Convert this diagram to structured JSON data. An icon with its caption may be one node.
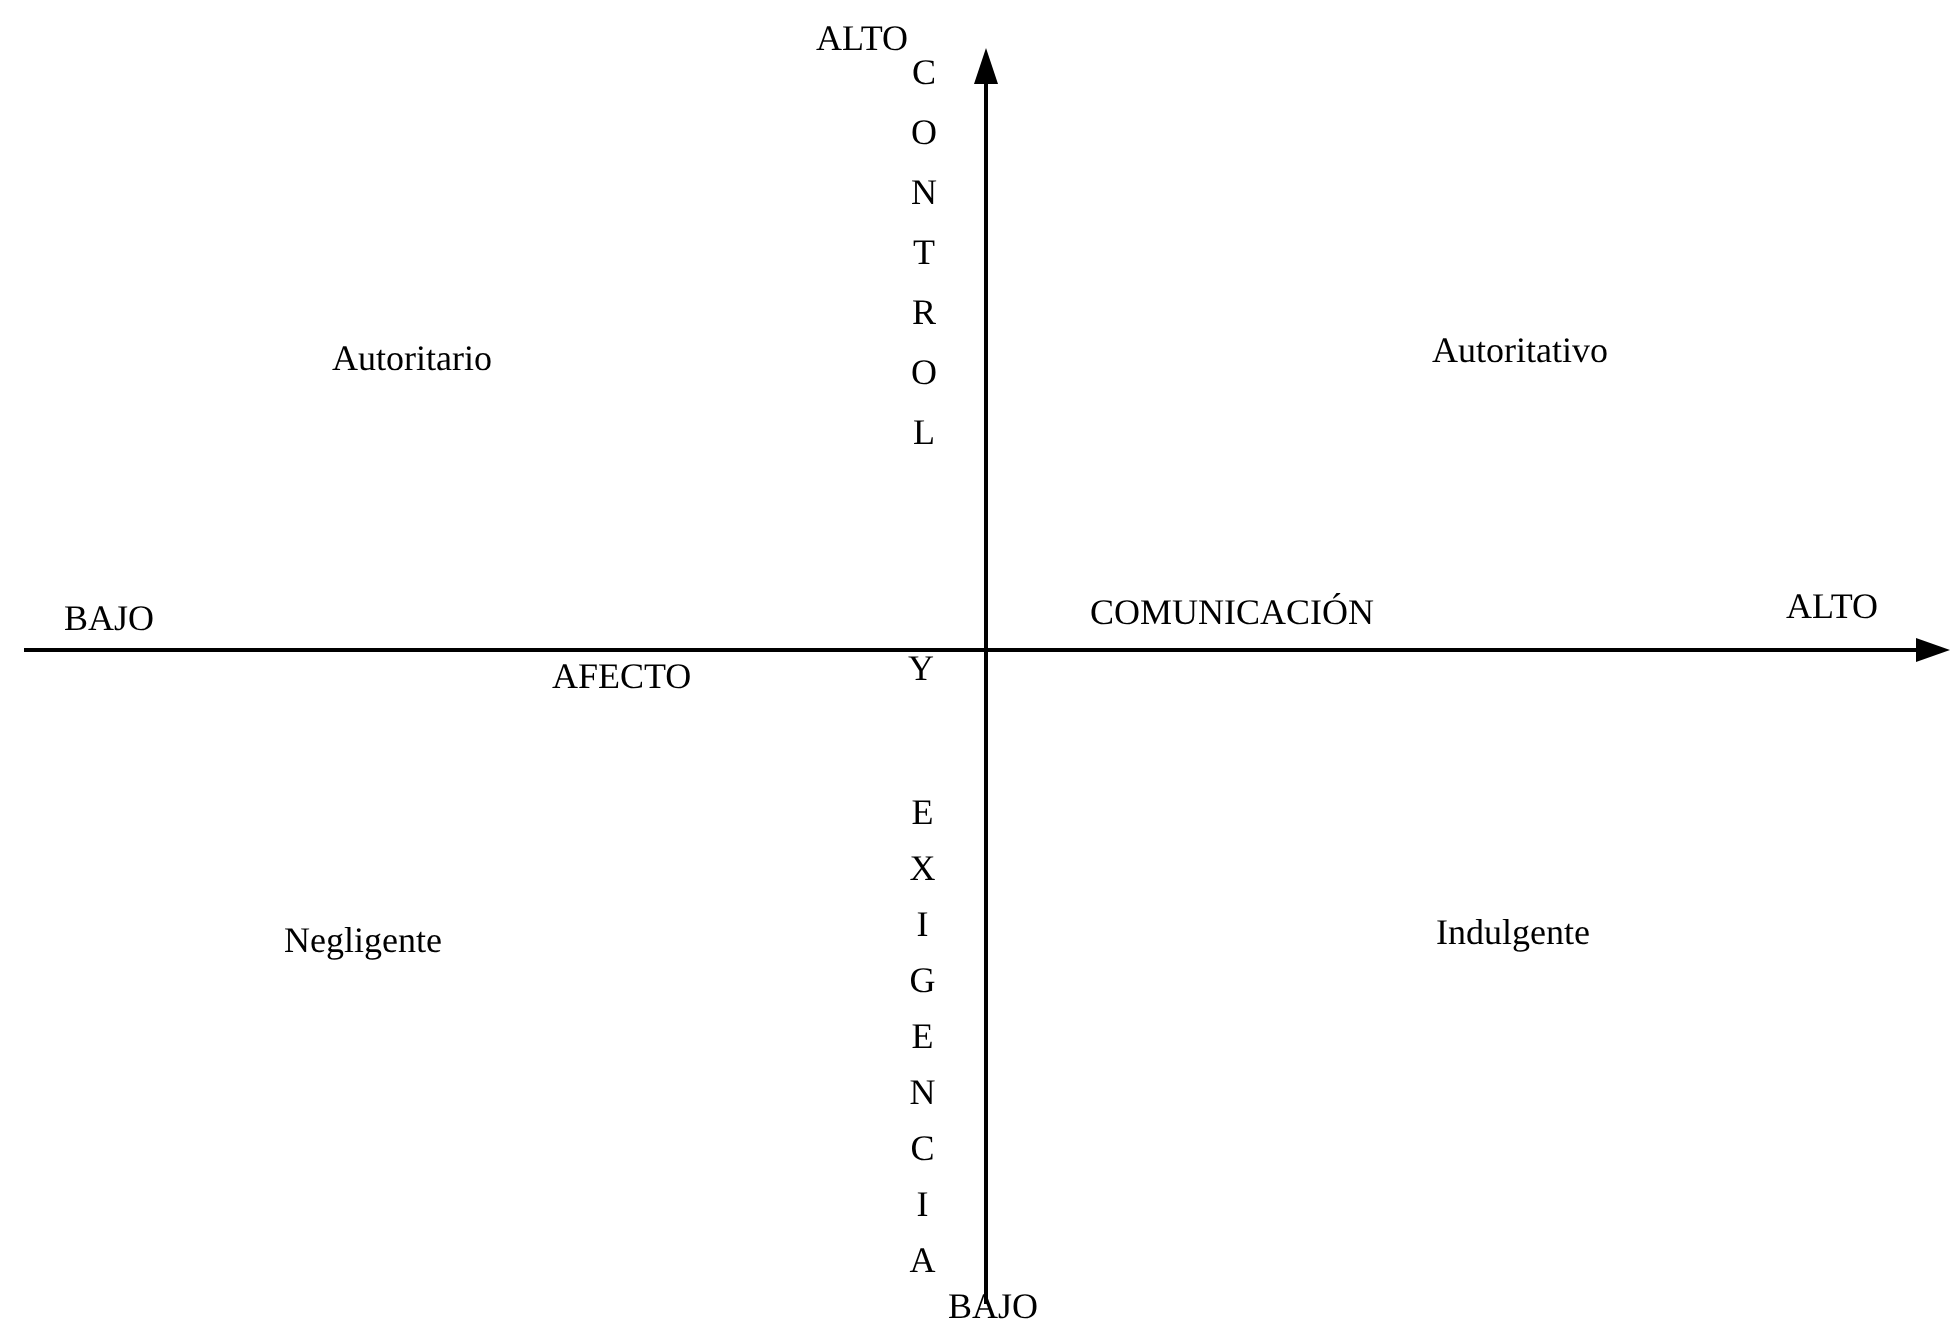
{
  "diagram": {
    "labels": [
      "ALTO",
      "CONTROL",
      "Autoritario",
      "Autoritativo",
      "BAJO",
      "AFECTO",
      "Y",
      "COMUNICACIÓN",
      "ALTO",
      "EXIGENCIA",
      "Negligente",
      "Indulgente",
      "BAJO"
    ]
  }
}
